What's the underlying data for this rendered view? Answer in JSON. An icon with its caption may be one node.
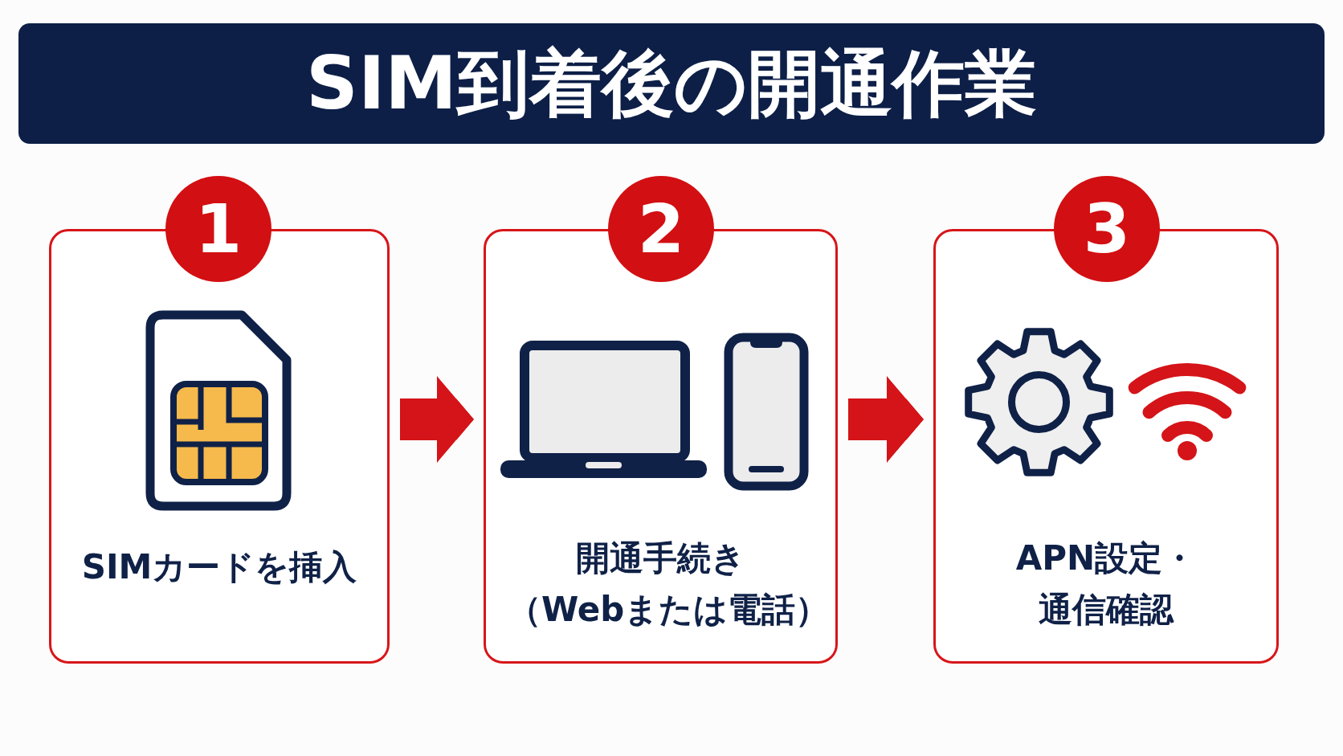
{
  "diagram": {
    "title": "SIM到着後の開通作業",
    "nodes": [
      {
        "text": [
          "1"
        ]
      },
      {
        "text": [
          "SIMカードを挿入"
        ]
      },
      {
        "text": [
          "2"
        ]
      },
      {
        "text": [
          "開通手続き（Webまたは電話）"
        ]
      },
      {
        "text": [
          "3"
        ]
      },
      {
        "text": [
          "APN設定・通信確認"
        ]
      }
    ],
    "edges": [
      {
        "from": 1,
        "to": 3,
        "arrow": "to"
      },
      {
        "from": 3,
        "to": 5,
        "arrow": "to"
      }
    ]
  }
}
